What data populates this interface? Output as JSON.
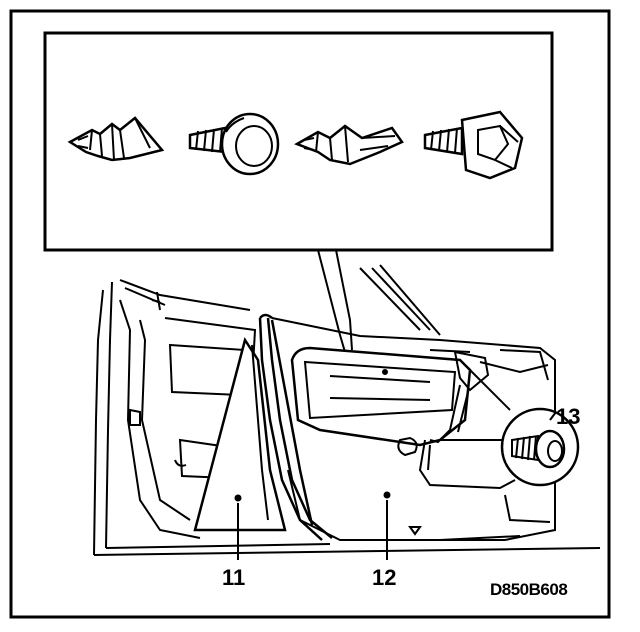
{
  "figure": {
    "code": "D850B608",
    "callouts": [
      {
        "id": "11",
        "text": "11"
      },
      {
        "id": "12",
        "text": "12"
      },
      {
        "id": "13",
        "text": "13"
      }
    ]
  }
}
